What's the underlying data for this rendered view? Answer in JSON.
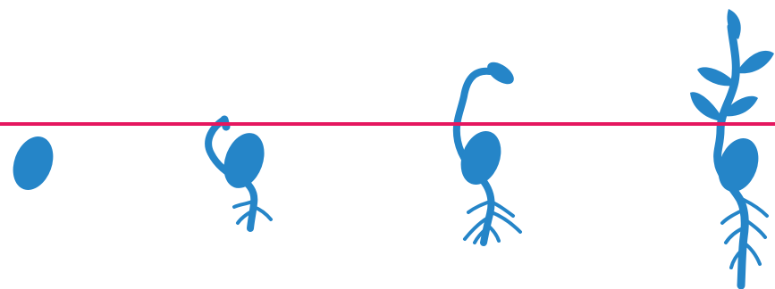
{
  "colors": {
    "background": "#ffffff",
    "soil_line": "#e5175f",
    "plant": "#2585c8"
  },
  "stages": [
    {
      "name": "seed"
    },
    {
      "name": "germinating-seed"
    },
    {
      "name": "young-seedling"
    },
    {
      "name": "seedling-with-leaves"
    }
  ]
}
